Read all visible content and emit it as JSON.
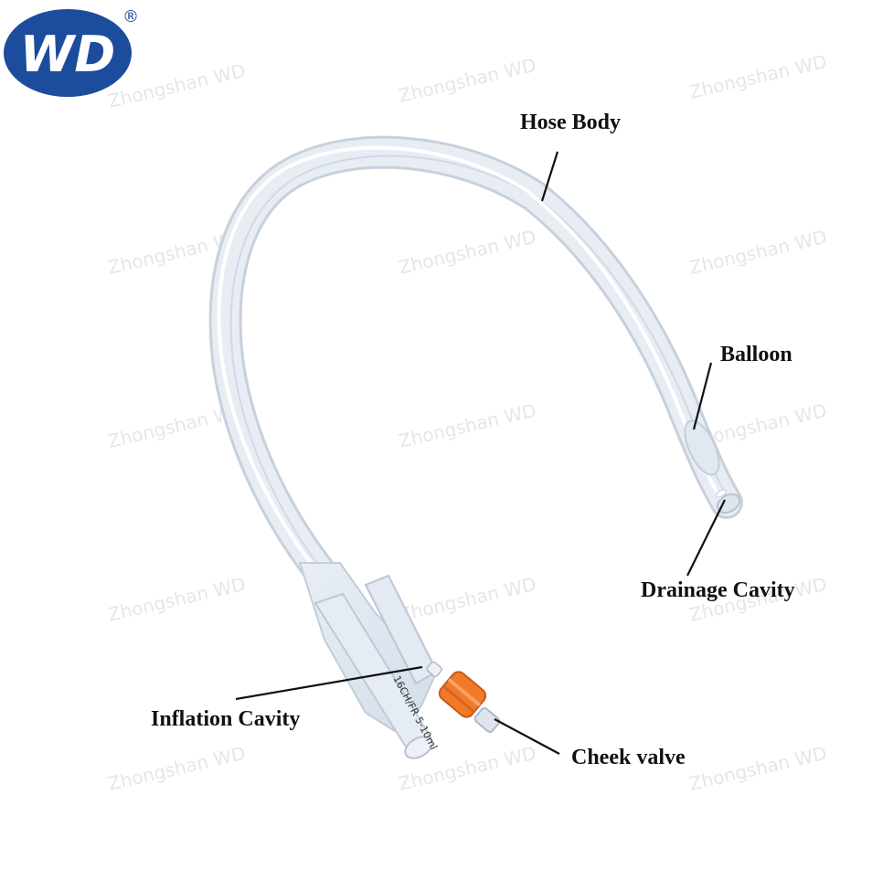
{
  "logo": {
    "text": "WD",
    "registered": "®",
    "brand_color": "#1c4c9c"
  },
  "watermark": {
    "text": "Zhongshan WD"
  },
  "product": {
    "printed_marking": "16CH/FR 5-10ml",
    "valve_color": "#f07a2a"
  },
  "labels": {
    "hose_body": "Hose Body",
    "balloon": "Balloon",
    "drainage_cavity": "Drainage Cavity",
    "inflation_cavity": "Inflation Cavity",
    "check_valve": "Cheek valve"
  }
}
